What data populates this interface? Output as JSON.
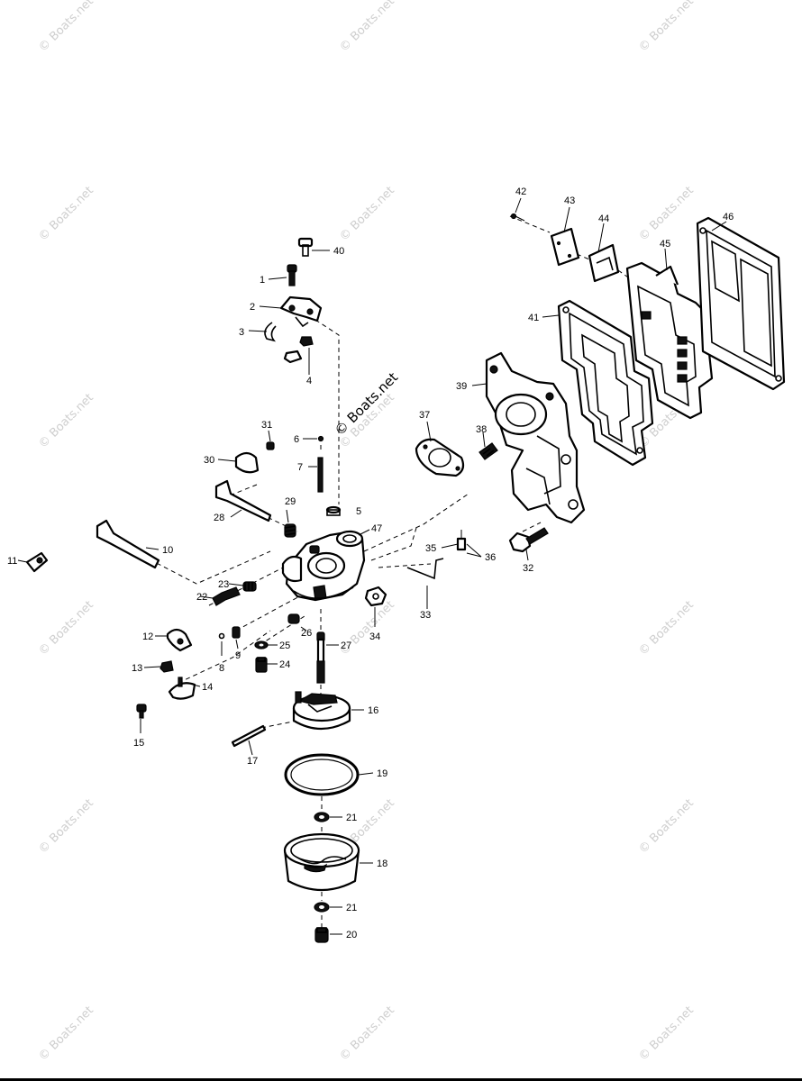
{
  "watermark": "© Boats.net",
  "part_labels": [
    "1",
    "2",
    "3",
    "4",
    "5",
    "6",
    "7",
    "8",
    "9",
    "10",
    "11",
    "12",
    "13",
    "14",
    "15",
    "16",
    "17",
    "18",
    "19",
    "20",
    "21",
    "21",
    "22",
    "23",
    "24",
    "25",
    "26",
    "27",
    "28",
    "29",
    "30",
    "31",
    "32",
    "33",
    "34",
    "35",
    "36",
    "37",
    "38",
    "39",
    "40",
    "41",
    "42",
    "43",
    "44",
    "45",
    "46",
    "47"
  ]
}
